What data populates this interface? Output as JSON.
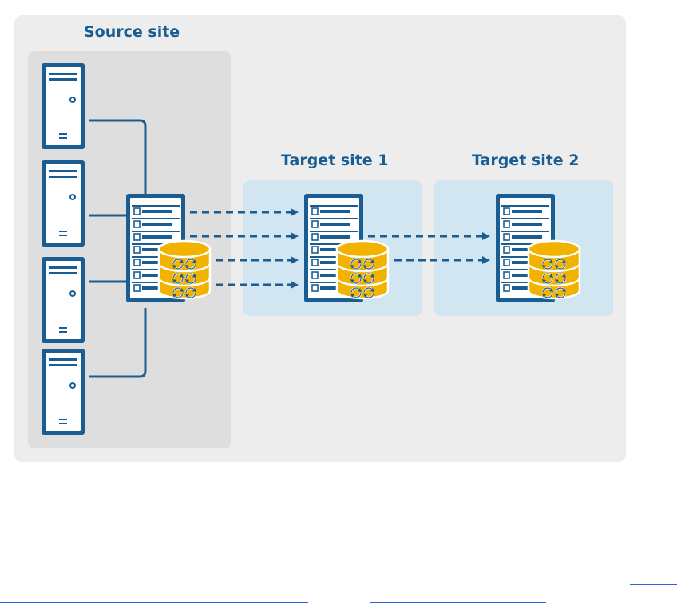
{
  "diagram": {
    "source_site": {
      "title": "Source site"
    },
    "target_site_1": {
      "title": "Target site 1"
    },
    "target_site_2": {
      "title": "Target site 2"
    }
  },
  "colors": {
    "outer_background": "#ededed",
    "source_panel": "#dedede",
    "target_panel": "#d2e6f2",
    "server_blue": "#1a5d92",
    "connector_blue": "#1a5d92",
    "database_yellow": "#f2b300",
    "database_dark": "#d99c00",
    "title_blue": "#1a5d92"
  },
  "icons": [
    "tower-server-icon",
    "rack-server-icon",
    "database-icon",
    "sync-arrows-icon"
  ]
}
